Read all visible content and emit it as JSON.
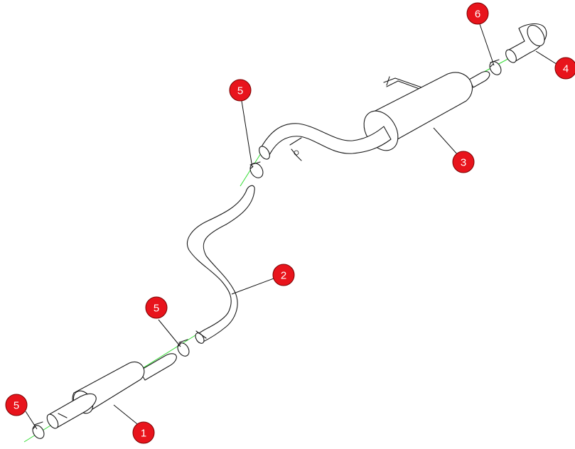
{
  "balloons": [
    {
      "number": "1"
    },
    {
      "number": "2"
    },
    {
      "number": "3"
    },
    {
      "number": "4"
    },
    {
      "number": "5"
    },
    {
      "number": "5"
    },
    {
      "number": "5"
    },
    {
      "number": "6"
    }
  ],
  "colors": {
    "balloon_fill": "#e8141c",
    "balloon_text": "#ffffff",
    "centerline": "#33dd33",
    "line": "#1a1a1a"
  }
}
